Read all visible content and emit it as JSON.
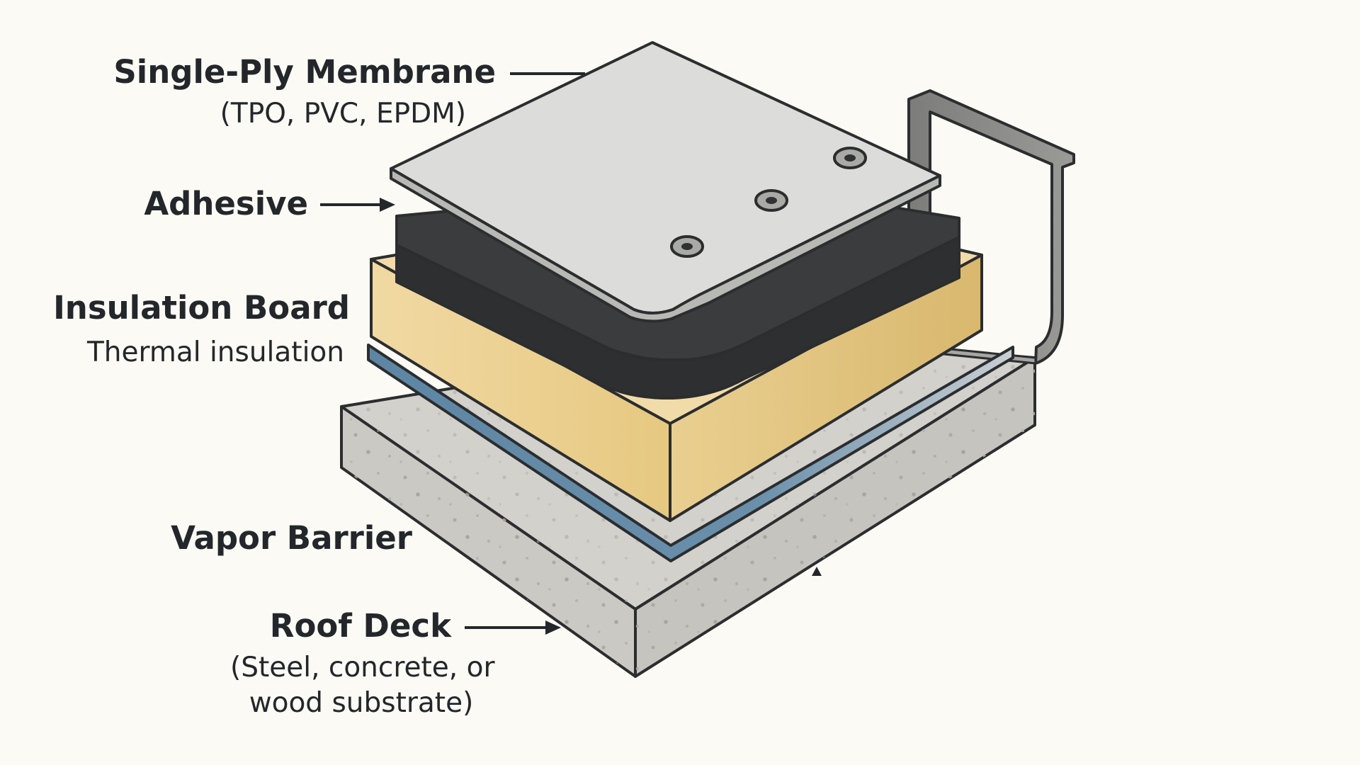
{
  "layers": {
    "membrane": {
      "title": "Single-Ply Membrane",
      "subtitle": "(TPO, PVC, EPDM)",
      "color": "#dcdcda"
    },
    "adhesive": {
      "title": "Adhesive",
      "color": "#2f3133"
    },
    "insulation": {
      "title": "Insulation Board",
      "subtitle": "Thermal insulation",
      "color": "#f0d59c"
    },
    "vapor_barrier": {
      "title": "Vapor Barrier",
      "color": "#5f88a6"
    },
    "roof_deck": {
      "title": "Roof Deck",
      "subtitle_line1": "(Steel, concrete, or",
      "subtitle_line2": "wood substrate)",
      "color": "#cfcdc8"
    }
  },
  "parapet_flashing_color": "#8c8c8a",
  "outline_color": "#2b2d2f"
}
